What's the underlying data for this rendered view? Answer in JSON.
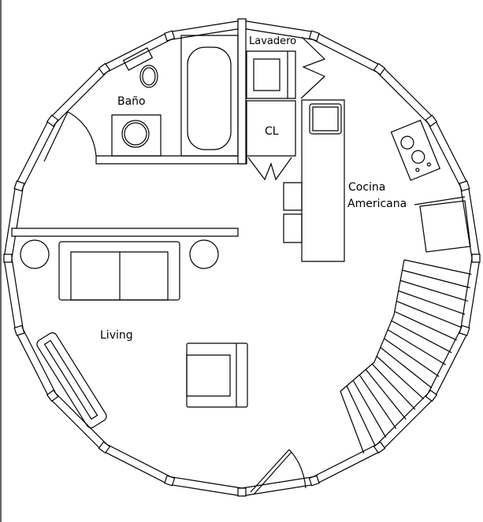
{
  "labels": {
    "bano": "Baño",
    "lavadero": "Lavadero",
    "closet": "CL",
    "cocina_line1": "Cocina",
    "cocina_line2": "Americana",
    "living": "Living"
  }
}
